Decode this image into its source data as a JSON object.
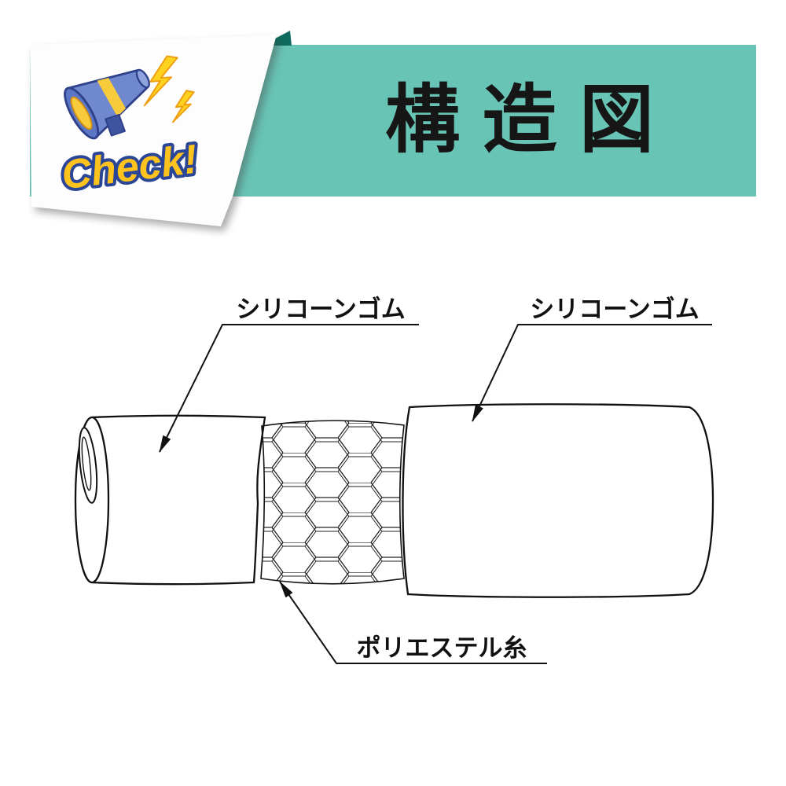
{
  "header": {
    "badge_text": "Check!",
    "title": "構造図"
  },
  "icons": {
    "badge_megaphone": "megaphone-icon",
    "badge_lightning": "lightning-bolt-icon"
  },
  "colors": {
    "banner": "#68c4b5",
    "banner_fold": "#0c6b5e",
    "badge_fill": "#ffc31e",
    "badge_outline": "#2b4697",
    "line": "#111111"
  },
  "diagram": {
    "labels": {
      "outer_layer": "シリコーンゴム",
      "inner_layer": "シリコーンゴム",
      "reinforcement": "ポリエステル糸"
    }
  }
}
